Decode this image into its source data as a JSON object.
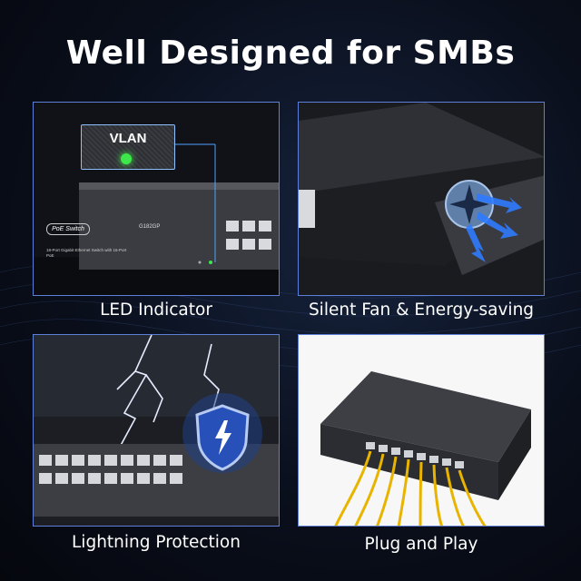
{
  "headline": "Well Designed for SMBs",
  "panels": [
    {
      "caption": "LED Indicator",
      "vlan_label": "VLAN",
      "switch_label": "PoE Switch",
      "model": "G182GP",
      "description": "18-Port Gigabit Ethernet Switch with 16-Port PoE"
    },
    {
      "caption": "Silent Fan & Energy-saving"
    },
    {
      "caption": "Lightning Protection"
    },
    {
      "caption": "Plug and Play"
    }
  ],
  "colors": {
    "panel_border": "#5d7fd8",
    "led_green": "#3ee84a",
    "cable_yellow": "#e8b400",
    "airflow_blue": "#2f7bff"
  }
}
